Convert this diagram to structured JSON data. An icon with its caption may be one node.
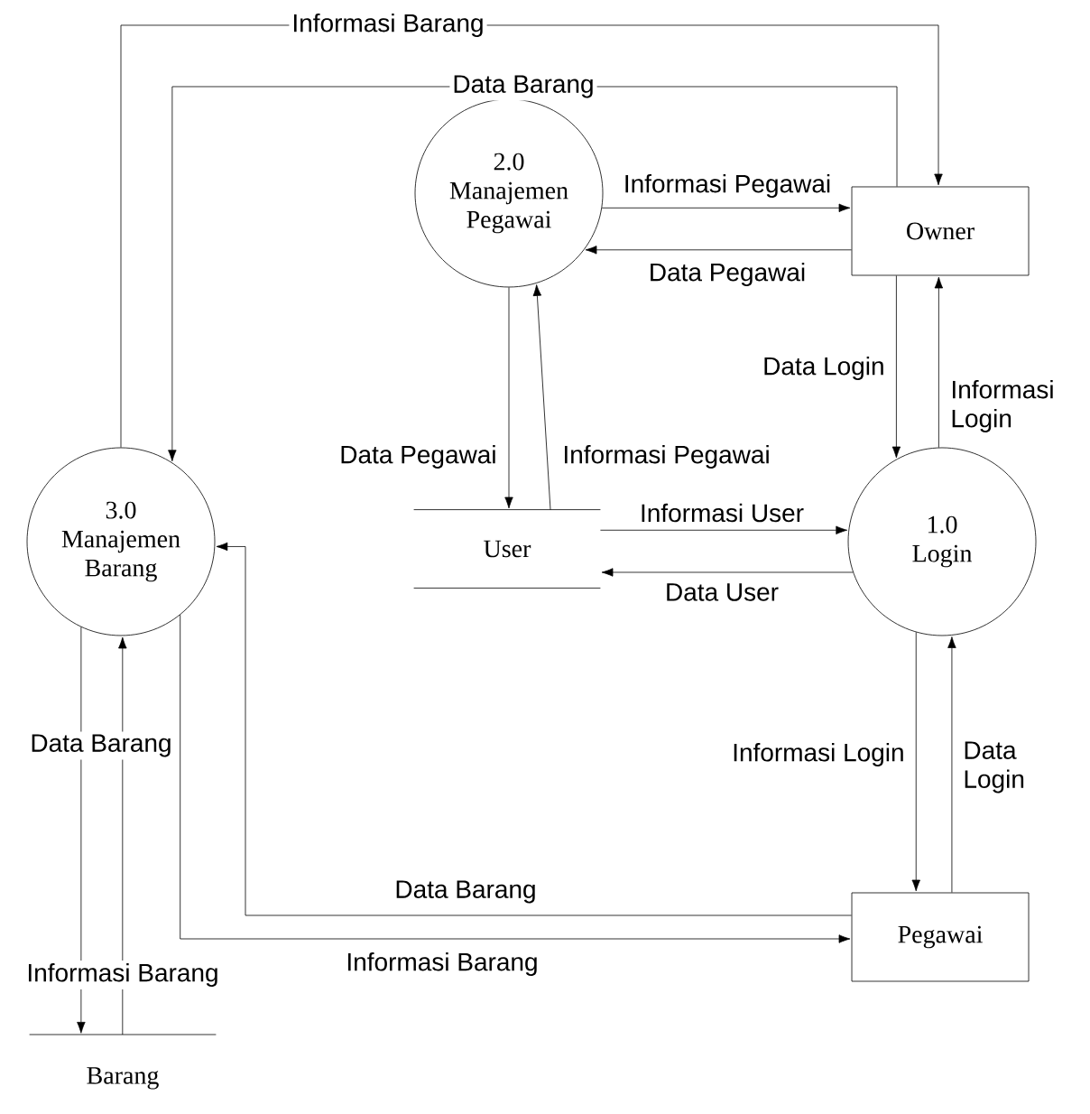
{
  "diagram": {
    "nodes": [
      {
        "text": [
          "2.0",
          "Manajemen Pegawai"
        ]
      },
      {
        "text": [
          "Owner"
        ]
      },
      {
        "text": [
          "3.0",
          "Manajemen Barang"
        ]
      },
      {
        "text": [
          "User"
        ]
      },
      {
        "text": [
          "1.0",
          "Login"
        ]
      },
      {
        "text": [
          "Pegawai"
        ]
      },
      {
        "text": [
          "Barang"
        ]
      }
    ],
    "edges": [
      {
        "from": 2,
        "to": 1,
        "arrow": "to",
        "label": "Informasi Barang"
      },
      {
        "from": 1,
        "to": 2,
        "arrow": "to",
        "label": "Data Barang"
      },
      {
        "from": 0,
        "to": 1,
        "arrow": "to",
        "label": "Informasi Pegawai"
      },
      {
        "from": 1,
        "to": 0,
        "arrow": "to",
        "label": "Data Pegawai"
      },
      {
        "from": 0,
        "to": 3,
        "arrow": "to",
        "label": "Data Pegawai"
      },
      {
        "from": 3,
        "to": 0,
        "arrow": "to",
        "label": "Informasi Pegawai"
      },
      {
        "from": 1,
        "to": 4,
        "arrow": "to",
        "label": "Data Login"
      },
      {
        "from": 4,
        "to": 1,
        "arrow": "to",
        "label": "Informasi Login"
      },
      {
        "from": 3,
        "to": 4,
        "arrow": "to",
        "label": "Informasi User"
      },
      {
        "from": 4,
        "to": 3,
        "arrow": "to",
        "label": "Data User"
      },
      {
        "from": 4,
        "to": 5,
        "arrow": "to",
        "label": "Informasi Login"
      },
      {
        "from": 5,
        "to": 4,
        "arrow": "to",
        "label": "Data Login"
      },
      {
        "from": 5,
        "to": 2,
        "arrow": "to",
        "label": "Data Barang"
      },
      {
        "from": 2,
        "to": 5,
        "arrow": "to",
        "label": "Informasi Barang"
      },
      {
        "from": 2,
        "to": 6,
        "arrow": "to",
        "label": "Data Barang"
      },
      {
        "from": 6,
        "to": 2,
        "arrow": "to",
        "label": "Informasi Barang"
      }
    ]
  }
}
